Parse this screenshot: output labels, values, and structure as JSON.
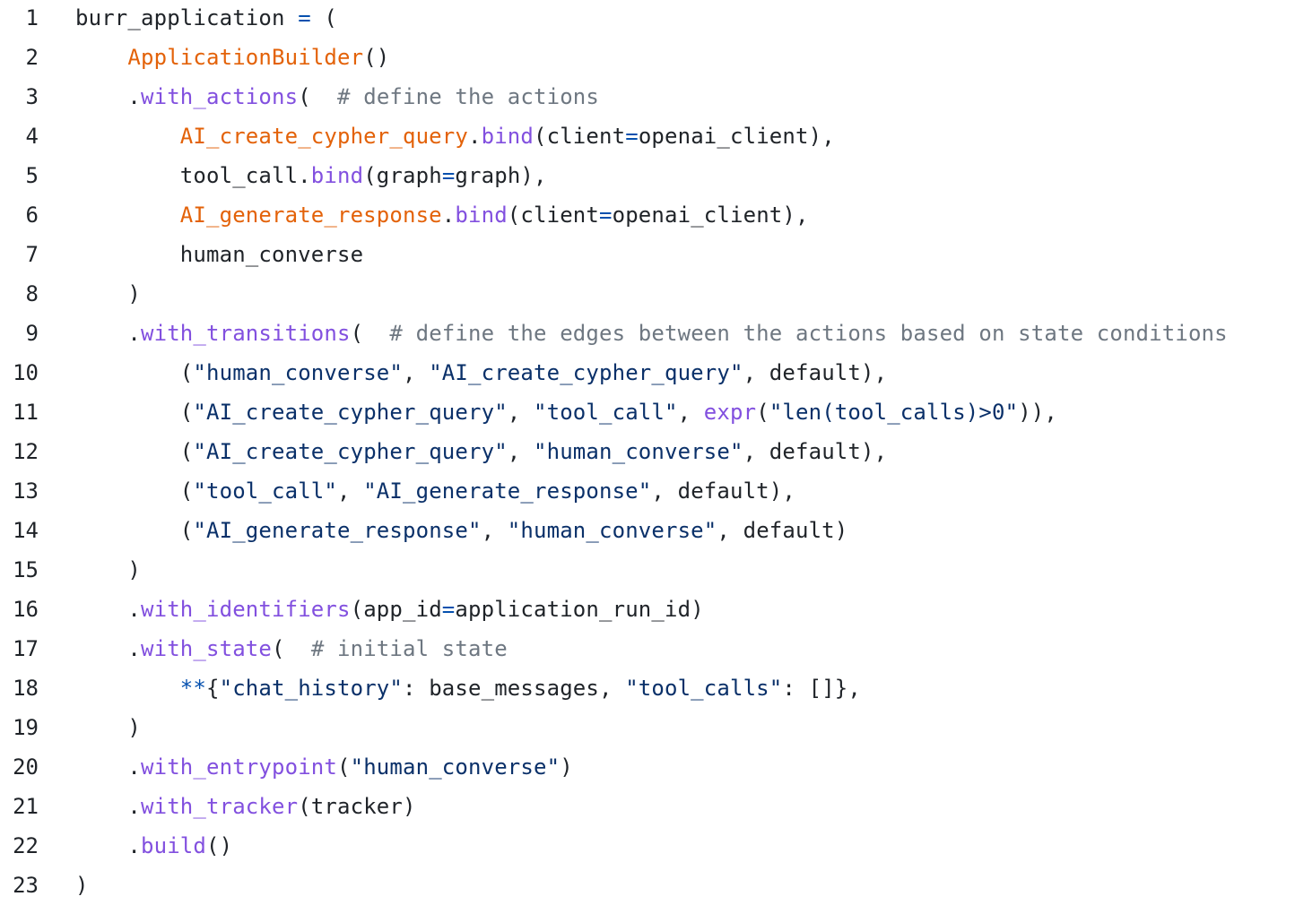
{
  "code": {
    "colors": {
      "default": "#1f2328",
      "class_call": "#e36209",
      "method": "#8250df",
      "string": "#0a3069",
      "comment": "#6e7781",
      "operator": "#0550ae",
      "line_number": "#1f2328"
    },
    "lines": [
      {
        "num": "1",
        "tokens": [
          {
            "t": "def",
            "v": "burr_application "
          },
          {
            "t": "op",
            "v": "="
          },
          {
            "t": "def",
            "v": " ("
          }
        ]
      },
      {
        "num": "2",
        "tokens": [
          {
            "t": "def",
            "v": "    "
          },
          {
            "t": "cls",
            "v": "ApplicationBuilder"
          },
          {
            "t": "def",
            "v": "()"
          }
        ]
      },
      {
        "num": "3",
        "tokens": [
          {
            "t": "def",
            "v": "    ."
          },
          {
            "t": "fn",
            "v": "with_actions"
          },
          {
            "t": "def",
            "v": "(  "
          },
          {
            "t": "cm",
            "v": "# define the actions"
          }
        ]
      },
      {
        "num": "4",
        "tokens": [
          {
            "t": "def",
            "v": "        "
          },
          {
            "t": "cls",
            "v": "AI_create_cypher_query"
          },
          {
            "t": "def",
            "v": "."
          },
          {
            "t": "fn",
            "v": "bind"
          },
          {
            "t": "def",
            "v": "(client"
          },
          {
            "t": "op",
            "v": "="
          },
          {
            "t": "def",
            "v": "openai_client),"
          }
        ]
      },
      {
        "num": "5",
        "tokens": [
          {
            "t": "def",
            "v": "        tool_call."
          },
          {
            "t": "fn",
            "v": "bind"
          },
          {
            "t": "def",
            "v": "(graph"
          },
          {
            "t": "op",
            "v": "="
          },
          {
            "t": "def",
            "v": "graph),"
          }
        ]
      },
      {
        "num": "6",
        "tokens": [
          {
            "t": "def",
            "v": "        "
          },
          {
            "t": "cls",
            "v": "AI_generate_response"
          },
          {
            "t": "def",
            "v": "."
          },
          {
            "t": "fn",
            "v": "bind"
          },
          {
            "t": "def",
            "v": "(client"
          },
          {
            "t": "op",
            "v": "="
          },
          {
            "t": "def",
            "v": "openai_client),"
          }
        ]
      },
      {
        "num": "7",
        "tokens": [
          {
            "t": "def",
            "v": "        human_converse"
          }
        ]
      },
      {
        "num": "8",
        "tokens": [
          {
            "t": "def",
            "v": "    )"
          }
        ]
      },
      {
        "num": "9",
        "tokens": [
          {
            "t": "def",
            "v": "    ."
          },
          {
            "t": "fn",
            "v": "with_transitions"
          },
          {
            "t": "def",
            "v": "(  "
          },
          {
            "t": "cm",
            "v": "# define the edges between the actions based on state conditions"
          }
        ]
      },
      {
        "num": "10",
        "tokens": [
          {
            "t": "def",
            "v": "        ("
          },
          {
            "t": "str",
            "v": "\"human_converse\""
          },
          {
            "t": "def",
            "v": ", "
          },
          {
            "t": "str",
            "v": "\"AI_create_cypher_query\""
          },
          {
            "t": "def",
            "v": ", default),"
          }
        ]
      },
      {
        "num": "11",
        "tokens": [
          {
            "t": "def",
            "v": "        ("
          },
          {
            "t": "str",
            "v": "\"AI_create_cypher_query\""
          },
          {
            "t": "def",
            "v": ", "
          },
          {
            "t": "str",
            "v": "\"tool_call\""
          },
          {
            "t": "def",
            "v": ", "
          },
          {
            "t": "fn",
            "v": "expr"
          },
          {
            "t": "def",
            "v": "("
          },
          {
            "t": "str",
            "v": "\"len(tool_calls)>0\""
          },
          {
            "t": "def",
            "v": ")),"
          }
        ]
      },
      {
        "num": "12",
        "tokens": [
          {
            "t": "def",
            "v": "        ("
          },
          {
            "t": "str",
            "v": "\"AI_create_cypher_query\""
          },
          {
            "t": "def",
            "v": ", "
          },
          {
            "t": "str",
            "v": "\"human_converse\""
          },
          {
            "t": "def",
            "v": ", default),"
          }
        ]
      },
      {
        "num": "13",
        "tokens": [
          {
            "t": "def",
            "v": "        ("
          },
          {
            "t": "str",
            "v": "\"tool_call\""
          },
          {
            "t": "def",
            "v": ", "
          },
          {
            "t": "str",
            "v": "\"AI_generate_response\""
          },
          {
            "t": "def",
            "v": ", default),"
          }
        ]
      },
      {
        "num": "14",
        "tokens": [
          {
            "t": "def",
            "v": "        ("
          },
          {
            "t": "str",
            "v": "\"AI_generate_response\""
          },
          {
            "t": "def",
            "v": ", "
          },
          {
            "t": "str",
            "v": "\"human_converse\""
          },
          {
            "t": "def",
            "v": ", default)"
          }
        ]
      },
      {
        "num": "15",
        "tokens": [
          {
            "t": "def",
            "v": "    )"
          }
        ]
      },
      {
        "num": "16",
        "tokens": [
          {
            "t": "def",
            "v": "    ."
          },
          {
            "t": "fn",
            "v": "with_identifiers"
          },
          {
            "t": "def",
            "v": "(app_id"
          },
          {
            "t": "op",
            "v": "="
          },
          {
            "t": "def",
            "v": "application_run_id)"
          }
        ]
      },
      {
        "num": "17",
        "tokens": [
          {
            "t": "def",
            "v": "    ."
          },
          {
            "t": "fn",
            "v": "with_state"
          },
          {
            "t": "def",
            "v": "(  "
          },
          {
            "t": "cm",
            "v": "# initial state"
          }
        ]
      },
      {
        "num": "18",
        "tokens": [
          {
            "t": "def",
            "v": "        "
          },
          {
            "t": "op",
            "v": "**"
          },
          {
            "t": "def",
            "v": "{"
          },
          {
            "t": "str",
            "v": "\"chat_history\""
          },
          {
            "t": "def",
            "v": ": base_messages, "
          },
          {
            "t": "str",
            "v": "\"tool_calls\""
          },
          {
            "t": "def",
            "v": ": []},"
          }
        ]
      },
      {
        "num": "19",
        "tokens": [
          {
            "t": "def",
            "v": "    )"
          }
        ]
      },
      {
        "num": "20",
        "tokens": [
          {
            "t": "def",
            "v": "    ."
          },
          {
            "t": "fn",
            "v": "with_entrypoint"
          },
          {
            "t": "def",
            "v": "("
          },
          {
            "t": "str",
            "v": "\"human_converse\""
          },
          {
            "t": "def",
            "v": ")"
          }
        ]
      },
      {
        "num": "21",
        "tokens": [
          {
            "t": "def",
            "v": "    ."
          },
          {
            "t": "fn",
            "v": "with_tracker"
          },
          {
            "t": "def",
            "v": "(tracker)"
          }
        ]
      },
      {
        "num": "22",
        "tokens": [
          {
            "t": "def",
            "v": "    ."
          },
          {
            "t": "fn",
            "v": "build"
          },
          {
            "t": "def",
            "v": "()"
          }
        ]
      },
      {
        "num": "23",
        "tokens": [
          {
            "t": "def",
            "v": ")"
          }
        ]
      }
    ]
  }
}
